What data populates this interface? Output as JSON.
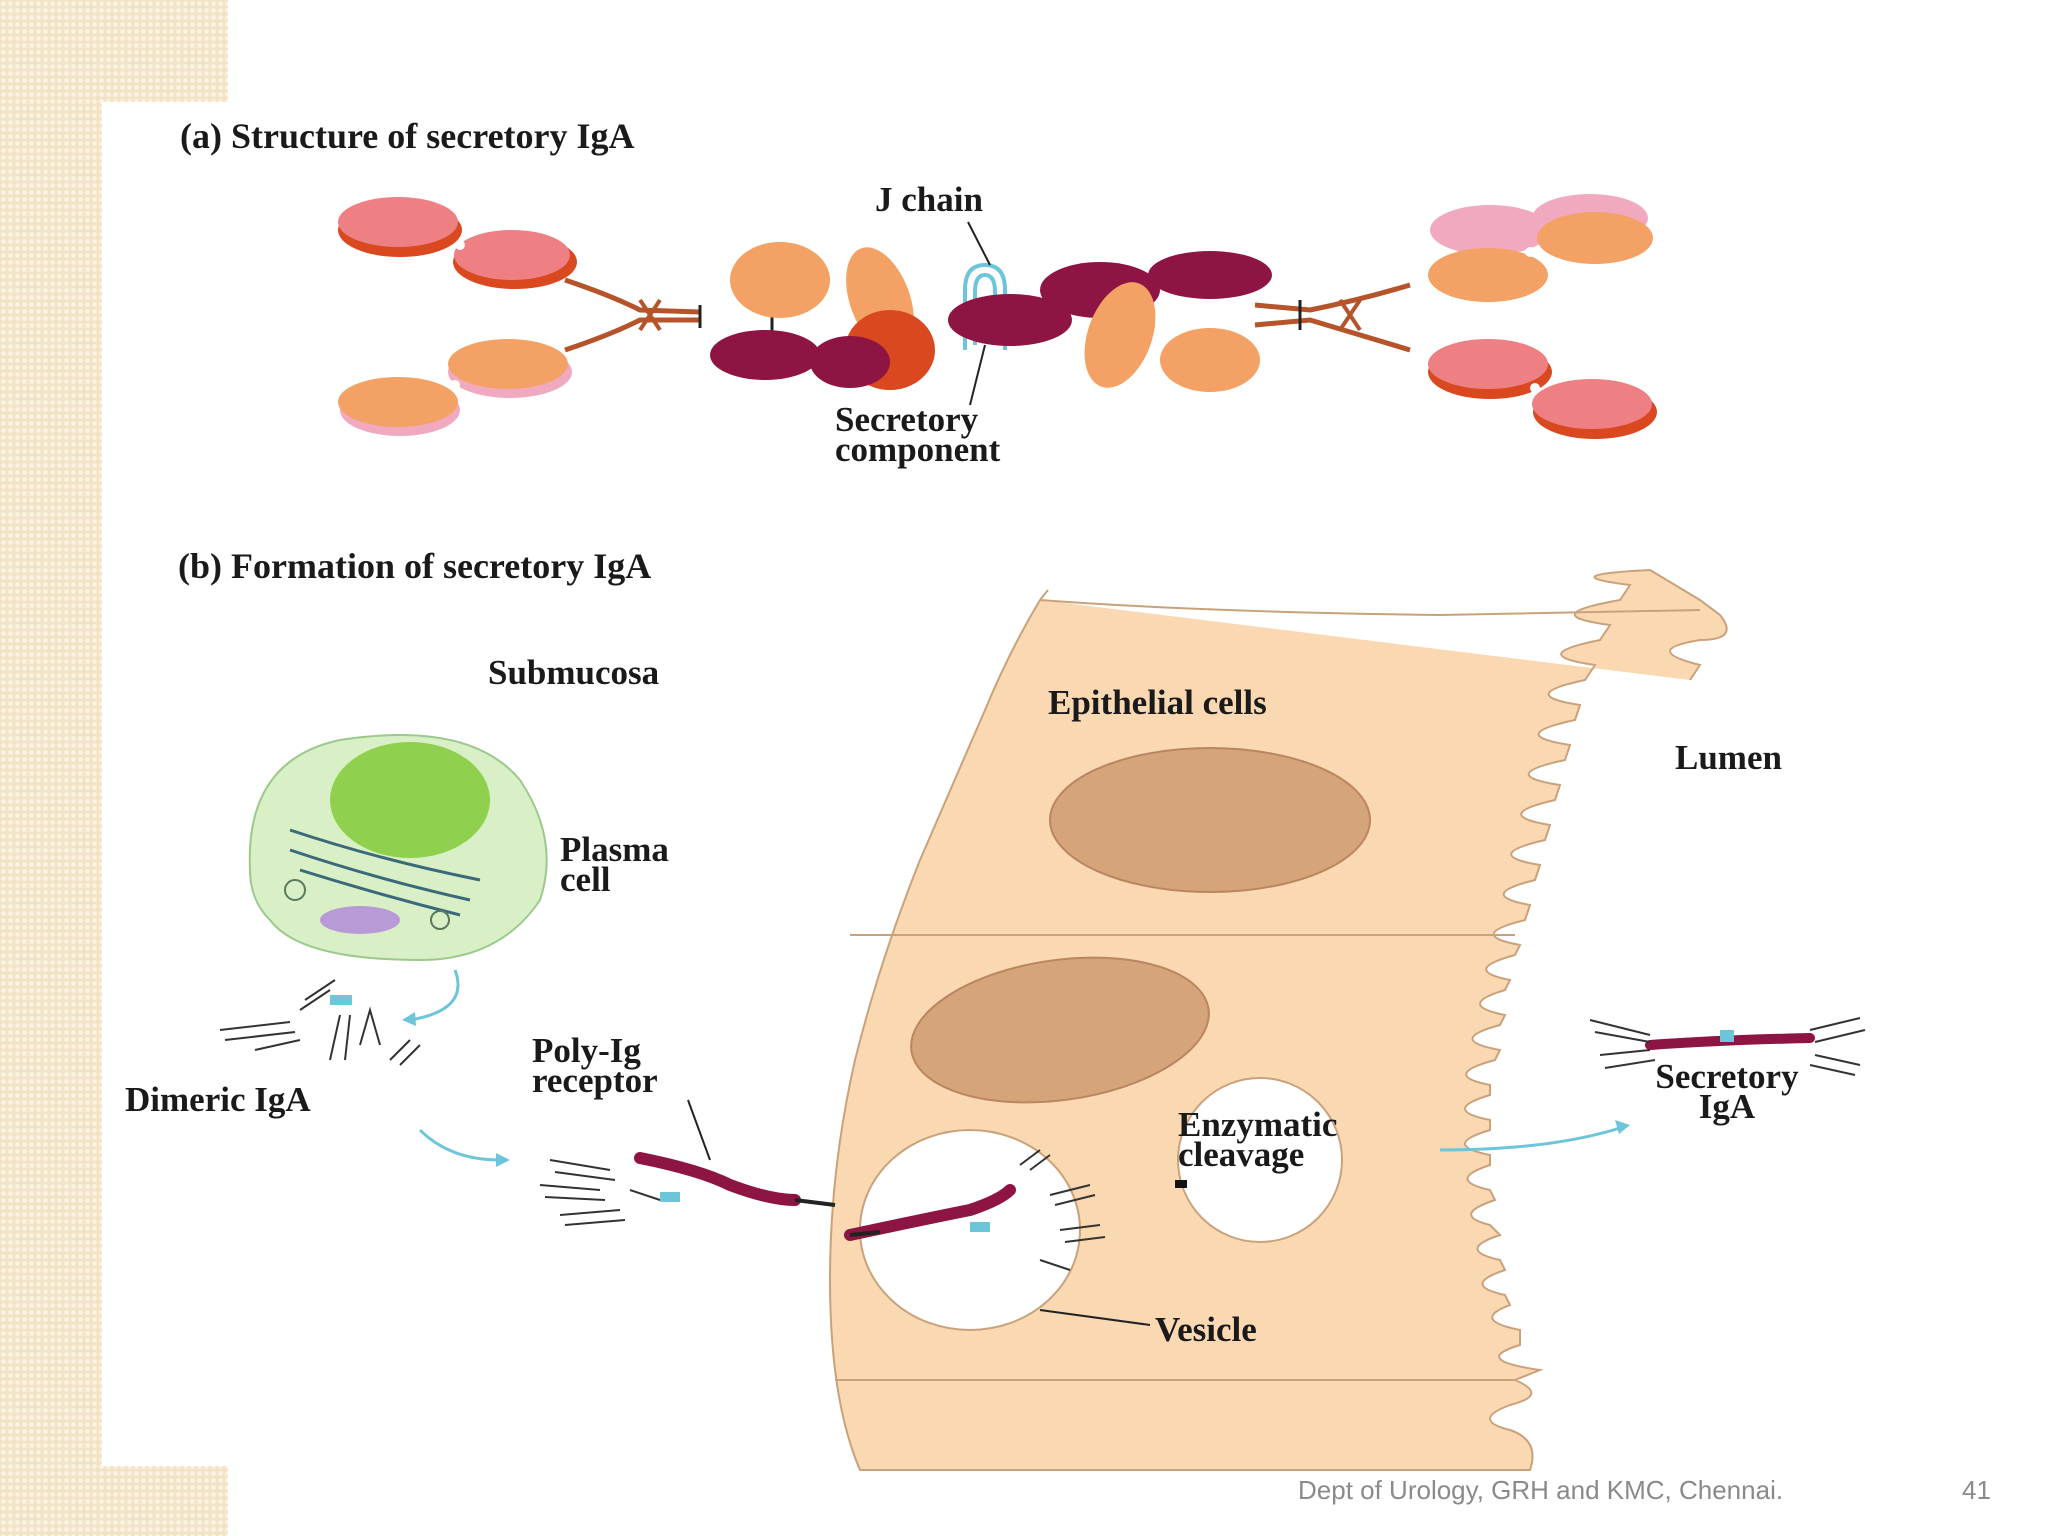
{
  "panel_a": {
    "title": "(a) Structure of secretory IgA",
    "j_chain": "J chain",
    "secretory_component": [
      "Secretory",
      "component"
    ]
  },
  "panel_b": {
    "title": "(b) Formation of secretory IgA",
    "submucosa": "Submucosa",
    "epithelial_cells": "Epithelial cells",
    "lumen": "Lumen",
    "plasma_cell": [
      "Plasma",
      "cell"
    ],
    "dimeric_iga": "Dimeric IgA",
    "poly_ig_receptor": [
      "Poly-Ig",
      "receptor"
    ],
    "enzymatic_cleavage": [
      "Enzymatic",
      "cleavage"
    ],
    "secretory_iga": [
      "Secretory",
      "IgA"
    ],
    "vesicle": "Vesicle"
  },
  "footer": {
    "credit": "Dept of Urology, GRH and KMC, Chennai.",
    "page_number": "41"
  },
  "colors": {
    "epithelium": "#f9d8b2",
    "nucleus": "#d6a47a",
    "plasma_cell": "#d9efc6",
    "plasma_nucleus": "#8fd14f",
    "heavy_chain_maroon": "#8e1443",
    "fab_orange": "#f4a165",
    "fab_pink": "#ee7f83",
    "arrow_cyan": "#6cc5d8"
  }
}
